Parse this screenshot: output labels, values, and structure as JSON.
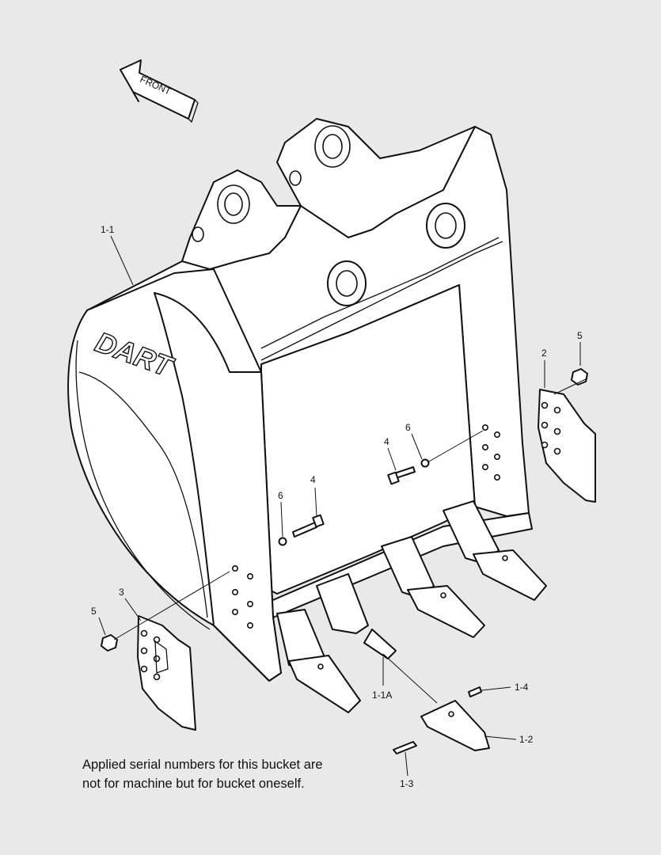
{
  "arrow": {
    "label": "FRONT"
  },
  "logo": {
    "text": "DART"
  },
  "callouts": [
    {
      "id": "1-1",
      "text": "1-1"
    },
    {
      "id": "2",
      "text": "2"
    },
    {
      "id": "5a",
      "text": "5"
    },
    {
      "id": "4a",
      "text": "4"
    },
    {
      "id": "6a",
      "text": "6"
    },
    {
      "id": "4b",
      "text": "4"
    },
    {
      "id": "6b",
      "text": "6"
    },
    {
      "id": "3",
      "text": "3"
    },
    {
      "id": "5b",
      "text": "5"
    },
    {
      "id": "1-1A",
      "text": "1-1A"
    },
    {
      "id": "1-4",
      "text": "1-4"
    },
    {
      "id": "1-2",
      "text": "1-2"
    },
    {
      "id": "1-3",
      "text": "1-3"
    }
  ],
  "note": {
    "line1": "Applied serial numbers for this bucket are",
    "line2": "not for machine but for bucket oneself."
  }
}
